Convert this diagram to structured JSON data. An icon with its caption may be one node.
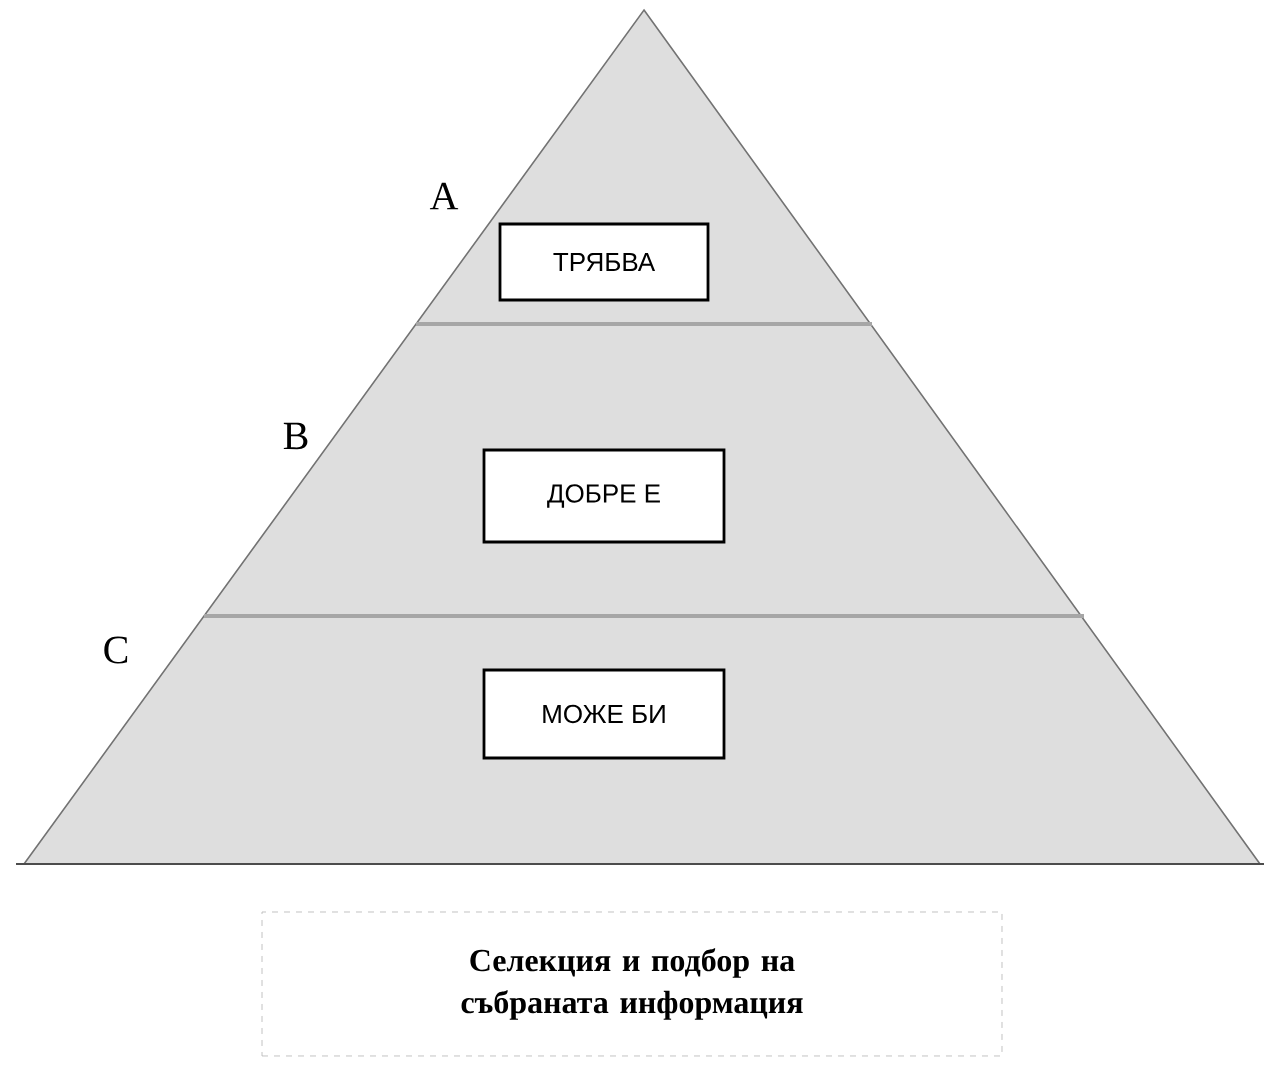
{
  "diagram": {
    "nodes": [
      {
        "text": [
          "ТРЯБВА"
        ]
      },
      {
        "text": [
          "ДОБРЕ Е"
        ]
      },
      {
        "text": [
          "МОЖЕ БИ"
        ]
      },
      {
        "text": [
          "Селекция и подбор на събраната информация"
        ]
      }
    ],
    "labels": [
      "A",
      "B",
      "C"
    ]
  }
}
